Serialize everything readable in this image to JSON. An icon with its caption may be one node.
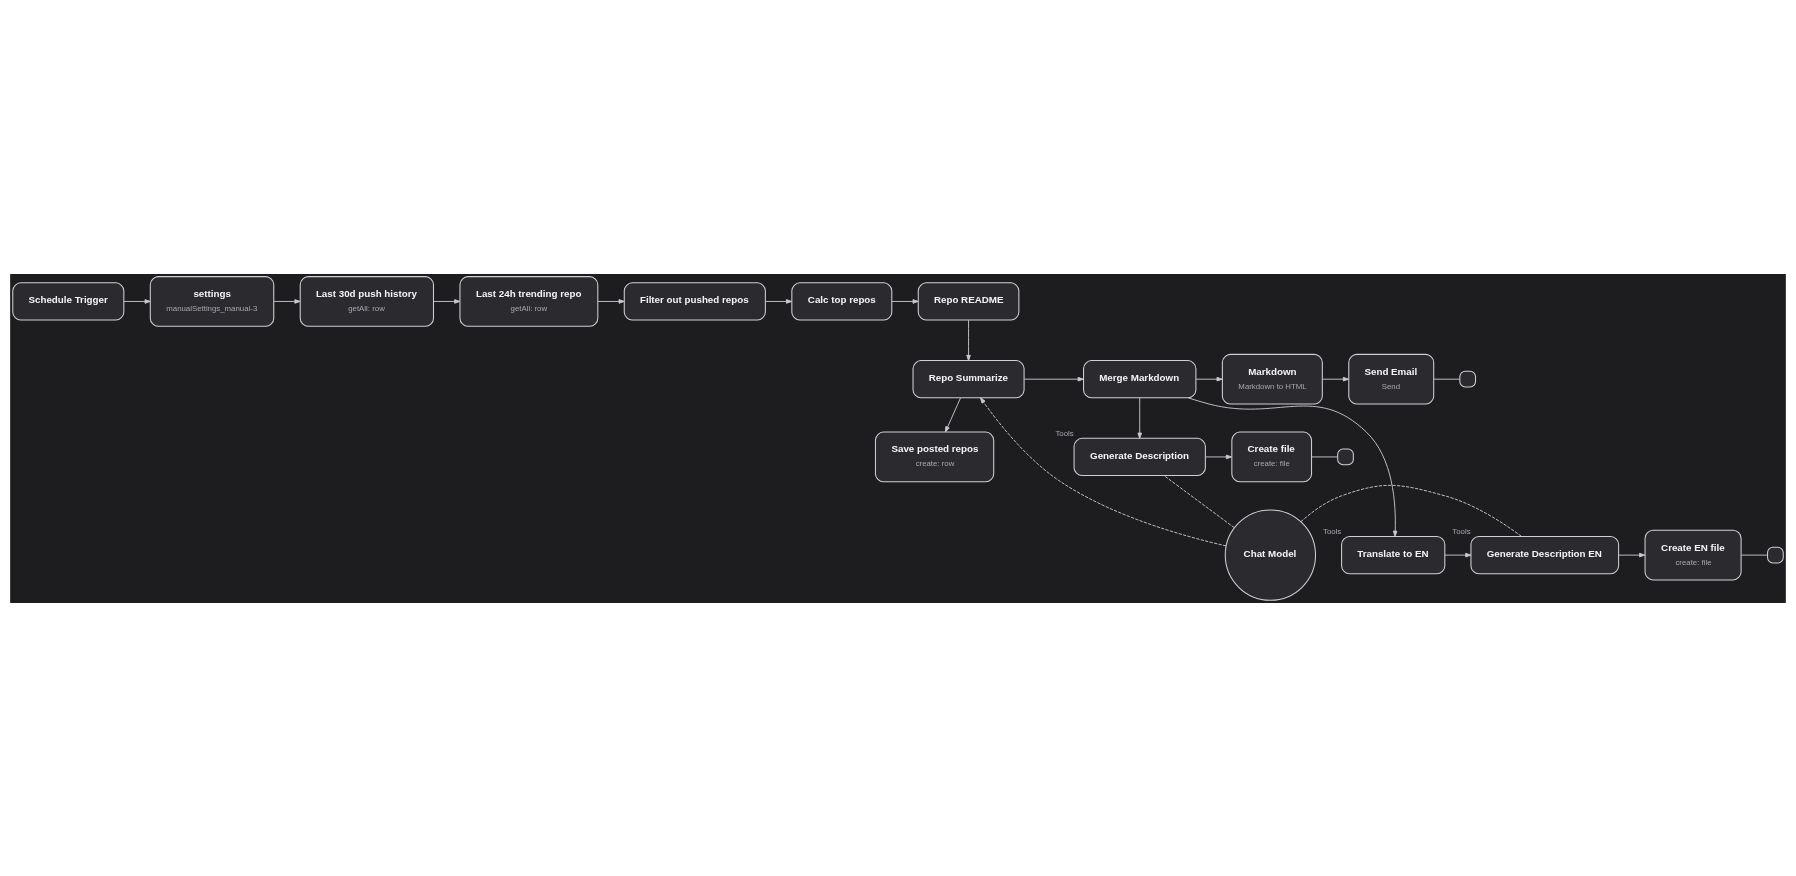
{
  "diagram": {
    "nodes": [
      {
        "text": [
          "Schedule Trigger"
        ]
      },
      {
        "text": [
          "settings",
          "manualSettings_manual-3"
        ]
      },
      {
        "text": [
          "Last 30d push history",
          "getAll: row"
        ]
      },
      {
        "text": [
          "Last 24h trending repo",
          "getAll: row"
        ]
      },
      {
        "text": [
          "Filter out pushed repos"
        ]
      },
      {
        "text": [
          "Calc top repos"
        ]
      },
      {
        "text": [
          "Repo README"
        ]
      },
      {
        "text": [
          "Repo Summarize"
        ]
      },
      {
        "text": [
          "Merge Markdown"
        ]
      },
      {
        "text": [
          "Markdown",
          "Markdown to HTML"
        ]
      },
      {
        "text": [
          "Send Email",
          "Send"
        ]
      },
      {
        "text": [],
        "shape": "box"
      },
      {
        "text": [
          "Save posted repos",
          "create: row"
        ]
      },
      {
        "text": [
          "Generate Description"
        ],
        "beside": [
          "Tools"
        ]
      },
      {
        "text": [
          "Create file",
          "create: file"
        ]
      },
      {
        "text": [],
        "shape": "box"
      },
      {
        "text": [
          "Chat Model"
        ]
      },
      {
        "text": [
          "Translate to EN"
        ],
        "beside": [
          "Tools"
        ]
      },
      {
        "text": [
          "Generate Description EN"
        ],
        "beside": [
          "Tools"
        ]
      },
      {
        "text": [
          "Create EN file",
          "create: file"
        ]
      },
      {
        "text": [],
        "shape": "box"
      }
    ],
    "edges": [
      {
        "from": 0,
        "to": 1,
        "arrow": "to"
      },
      {
        "from": 1,
        "to": 2,
        "arrow": "to"
      },
      {
        "from": 2,
        "to": 3,
        "arrow": "to"
      },
      {
        "from": 3,
        "to": 4,
        "arrow": "to"
      },
      {
        "from": 4,
        "to": 5,
        "arrow": "to"
      },
      {
        "from": 5,
        "to": 6,
        "arrow": "to"
      },
      {
        "from": 6,
        "to": 7,
        "arrow": "to"
      },
      {
        "from": 7,
        "to": 8,
        "arrow": "to"
      },
      {
        "from": 7,
        "to": 12,
        "arrow": "to"
      },
      {
        "from": 8,
        "to": 9,
        "arrow": "to"
      },
      {
        "from": 8,
        "to": 13,
        "arrow": "to"
      },
      {
        "from": 8,
        "to": 17,
        "arrow": "to"
      },
      {
        "from": 9,
        "to": 10,
        "arrow": "to"
      },
      {
        "from": 10,
        "to": 11,
        "arrow": "none"
      },
      {
        "from": 13,
        "to": 14,
        "arrow": "to"
      },
      {
        "from": 14,
        "to": 15,
        "arrow": "none"
      },
      {
        "from": 17,
        "to": 18,
        "arrow": "to"
      },
      {
        "from": 18,
        "to": 19,
        "arrow": "to"
      },
      {
        "from": 19,
        "to": 20,
        "arrow": "none"
      },
      {
        "from": 16,
        "to": 7,
        "arrow": "to",
        "style": "dashed"
      },
      {
        "from": 16,
        "to": 13,
        "arrow": "none",
        "style": "dashed"
      },
      {
        "from": 16,
        "to": 18,
        "arrow": "none",
        "style": "dashed"
      }
    ]
  }
}
